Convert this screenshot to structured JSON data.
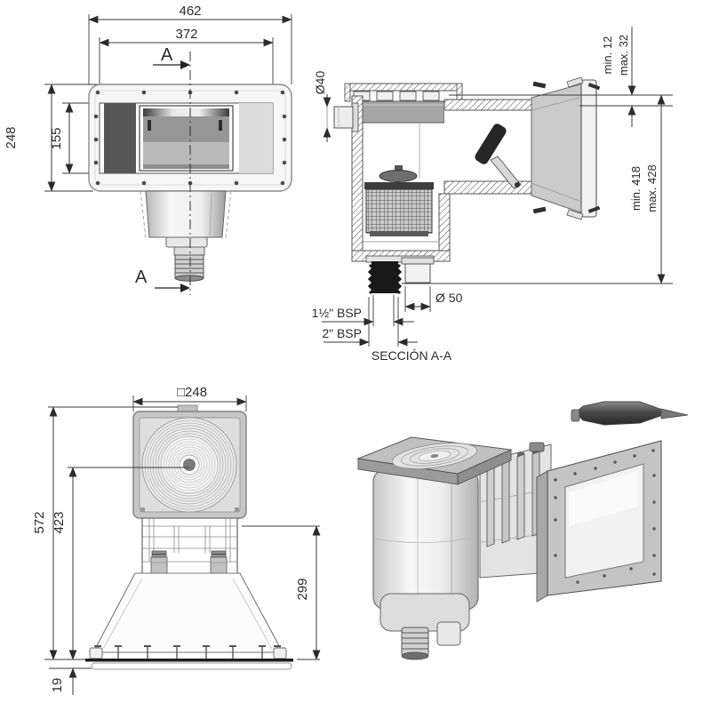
{
  "front_view": {
    "dim_outer_width": "462",
    "dim_inner_width": "372",
    "dim_outer_height": "248",
    "dim_inner_height": "155",
    "section_arrow_top": "A",
    "section_arrow_bottom": "A"
  },
  "section_view": {
    "dim_inlet_diameter": "Ø40",
    "dim_embed_min": "min. 12",
    "dim_embed_max": "max. 32",
    "dim_height_min": "min. 418",
    "dim_height_max": "max. 428",
    "dim_outlet_diameter": "Ø 50",
    "dim_thread_inner": "1½\" BSP",
    "dim_thread_outer": "2\" BSP",
    "caption": "SECCIÓN A-A"
  },
  "rear_view": {
    "dim_lid_square": "□248",
    "dim_total_height": "572",
    "dim_body_height": "423",
    "dim_mouth_height": "299",
    "dim_flange_thickness": "19"
  },
  "palette": {
    "background": "#ffffff",
    "line": "#3a3a3a",
    "section_gray": "#cacaca",
    "collar_gray": "#a6a6a6",
    "dark_fill": "#191919"
  }
}
